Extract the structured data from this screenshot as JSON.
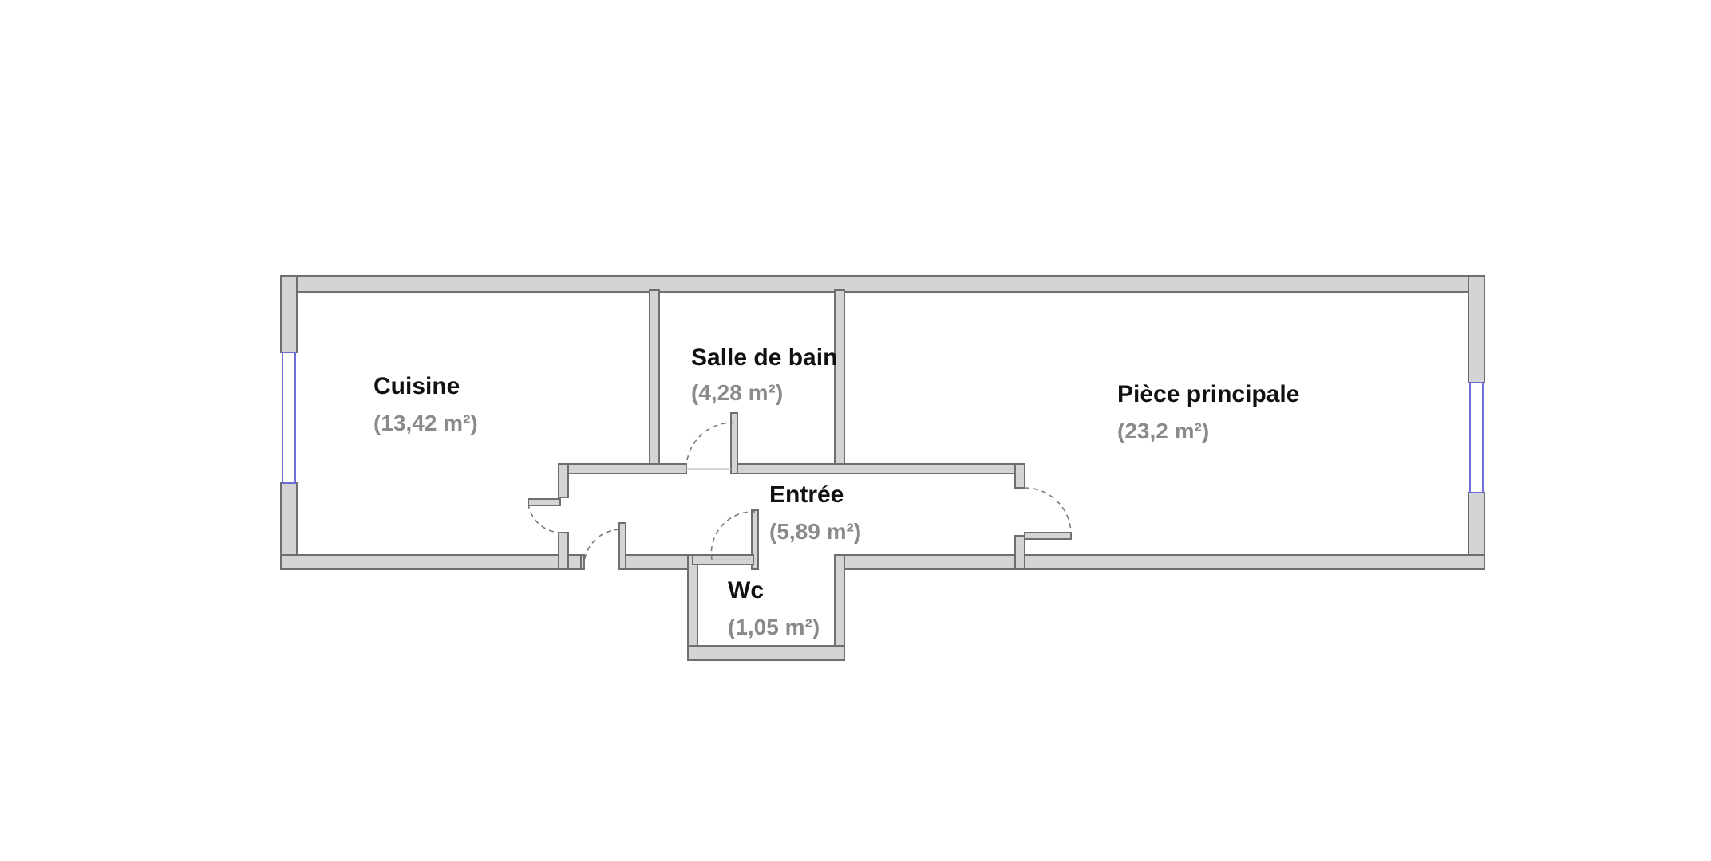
{
  "plan": {
    "rooms": [
      {
        "id": "cuisine",
        "name": "Cuisine",
        "area": "(13,42 m²)"
      },
      {
        "id": "salle-de-bain",
        "name": "Salle de bain",
        "area": "(4,28 m²)"
      },
      {
        "id": "piece-principale",
        "name": "Pièce principale",
        "area": "(23,2 m²)"
      },
      {
        "id": "entree",
        "name": "Entrée",
        "area": "(5,89 m²)"
      },
      {
        "id": "wc",
        "name": "Wc",
        "area": "(1,05 m²)"
      }
    ]
  },
  "colors": {
    "wall_fill": "#d4d4d4",
    "wall_stroke": "#6e6e6e",
    "window": "#6b6fd6",
    "name_text": "#111111",
    "area_text": "#8a8a8a"
  }
}
